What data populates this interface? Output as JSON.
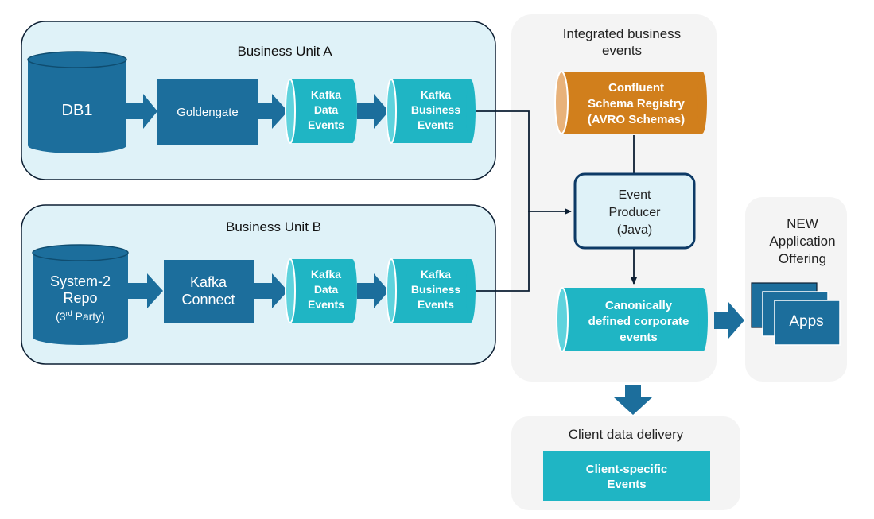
{
  "business_unit_a": {
    "title": "Business Unit A",
    "db": "DB1",
    "connector": "Goldengate",
    "data_events": [
      "Kafka",
      "Data",
      "Events"
    ],
    "business_events": [
      "Kafka",
      "Business",
      "Events"
    ]
  },
  "business_unit_b": {
    "title": "Business Unit B",
    "repo": [
      "System-2",
      "Repo"
    ],
    "repo_note": {
      "prefix": "(3",
      "sup": "rd",
      "suffix": " Party)"
    },
    "connector": [
      "Kafka",
      "Connect"
    ],
    "data_events": [
      "Kafka",
      "Data",
      "Events"
    ],
    "business_events": [
      "Kafka",
      "Business",
      "Events"
    ]
  },
  "integrated": {
    "title": [
      "Integrated business",
      "events"
    ],
    "registry": [
      "Confluent",
      "Schema Registry",
      "(AVRO Schemas)"
    ],
    "producer": [
      "Event",
      "Producer",
      "(Java)"
    ],
    "canonical": [
      "Canonically",
      "defined corporate",
      "events"
    ]
  },
  "new_offering": {
    "title": [
      "NEW",
      "Application",
      "Offering"
    ],
    "apps": "Apps"
  },
  "client_delivery": {
    "title": "Client data delivery",
    "events": [
      "Client-specific",
      "Events"
    ]
  },
  "colors": {
    "dark_blue": "#1c6e9c",
    "teal": "#1fb5c4",
    "orange": "#d17f1c",
    "unit_bg": "#dff2f8",
    "panel_bg": "#f4f4f4",
    "line": "#0d3a66"
  }
}
